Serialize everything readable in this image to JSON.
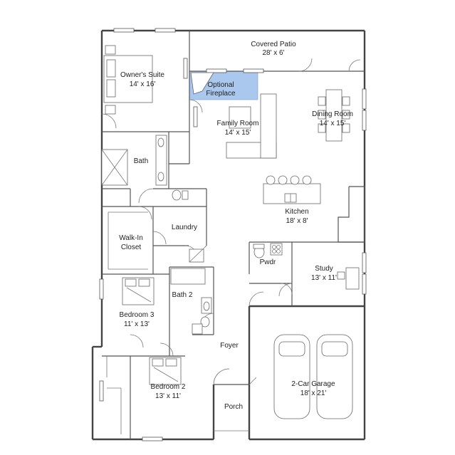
{
  "rooms": {
    "covered_patio": {
      "name": "Covered Patio",
      "size": "28' x 6'"
    },
    "owners_suite": {
      "name": "Owner's Suite",
      "size": "14' x 16'"
    },
    "fireplace": {
      "line1": "Optional",
      "line2": "Fireplace"
    },
    "family_room": {
      "name": "Family Room",
      "size": "14' x 15'"
    },
    "dining_room": {
      "name": "Dining Room",
      "size": "14' x 15'"
    },
    "bath": {
      "name": "Bath"
    },
    "kitchen": {
      "name": "Kitchen",
      "size": "18' x 8'"
    },
    "walk_in_closet": {
      "line1": "Walk-In",
      "line2": "Closet"
    },
    "laundry": {
      "name": "Laundry"
    },
    "pwdr": {
      "name": "Pwdr"
    },
    "study": {
      "name": "Study",
      "size": "13' x 11'"
    },
    "bath2": {
      "name": "Bath 2"
    },
    "bedroom3": {
      "name": "Bedroom 3",
      "size": "11' x 13'"
    },
    "foyer": {
      "name": "Foyer"
    },
    "bedroom2": {
      "name": "Bedroom 2",
      "size": "13' x 11'"
    },
    "garage": {
      "name": "2-Car Garage",
      "size": "18' x 21'"
    },
    "porch": {
      "name": "Porch"
    }
  },
  "colors": {
    "fireplace_fill": "#aac8ee"
  }
}
